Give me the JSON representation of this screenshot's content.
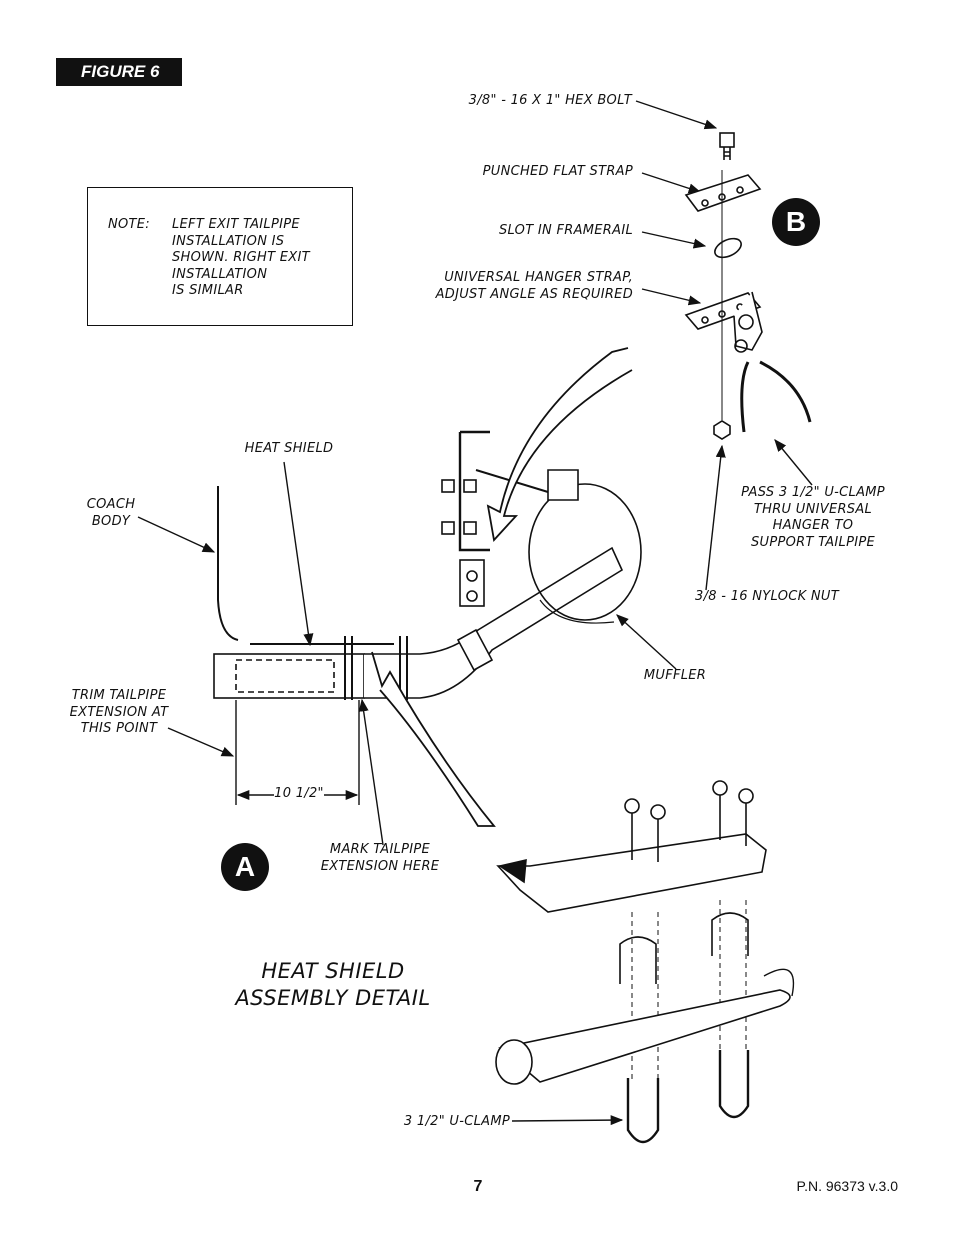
{
  "figure_tag": "FIGURE 6",
  "note": {
    "label": "NOTE:",
    "text": "LEFT EXIT TAILPIPE\nINSTALLATION IS\nSHOWN. RIGHT EXIT\nINSTALLATION\nIS SIMILAR"
  },
  "badges": {
    "a": "A",
    "b": "B"
  },
  "labels": {
    "hex_bolt": "3/8\" - 16 x 1\" HEX BOLT",
    "flat_strap": "PUNCHED FLAT STRAP",
    "slot": "SLOT IN FRAMERAIL",
    "hanger_strap": "UNIVERSAL HANGER STRAP,\nADJUST ANGLE AS REQUIRED",
    "heat_shield": "HEAT SHIELD",
    "coach_body": "COACH\nBODY",
    "pass_clamp": "PASS 3 1/2\" U-CLAMP\nTHRU UNIVERSAL\nHANGER TO\nSUPPORT TAILPIPE",
    "nylock_nut": "3/8 - 16 NYLOCK NUT",
    "muffler": "MUFFLER",
    "trim": "TRIM TAILPIPE\nEXTENSION AT\nTHIS POINT",
    "dimension": "10 1/2\"",
    "mark": "MARK TAILPIPE\nEXTENSION HERE",
    "u_clamp": "3 1/2\" U-CLAMP"
  },
  "detail_title": "HEAT SHIELD\nASSEMBLY DETAIL",
  "page_number": "7",
  "part_number": "P.N. 96373 v.3.0"
}
